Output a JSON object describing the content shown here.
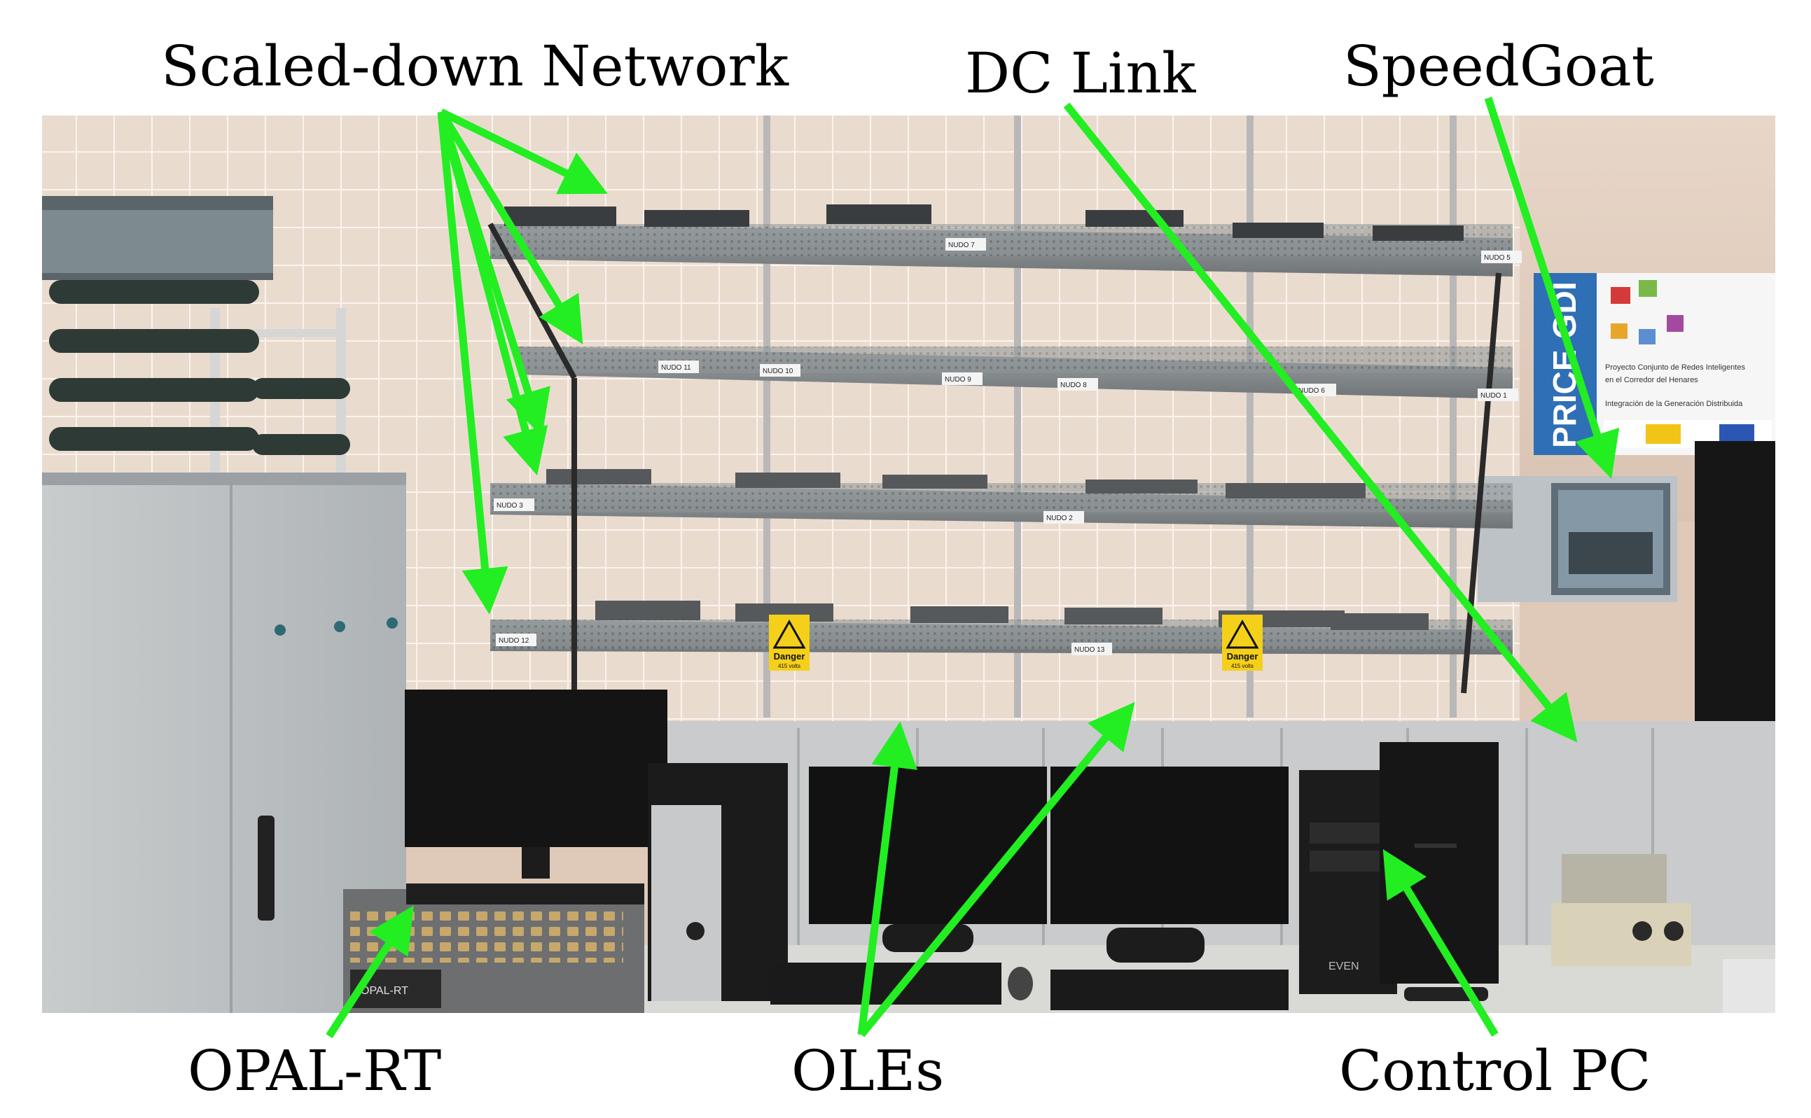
{
  "figure": {
    "labels": {
      "scaled_down_network": "Scaled-down Network",
      "dc_link": "DC Link",
      "speedgoat": "SpeedGoat",
      "opal_rt": "OPAL-RT",
      "oles": "OLEs",
      "control_pc": "Control PC"
    },
    "arrow_color": "#22ee22",
    "photo_content": {
      "poster_title": "PRICE-GDI",
      "poster_line_1": "Proyecto Conjunto de Redes Inteligentes",
      "poster_line_2": "en el Corredor del Henares",
      "poster_line_3": "Integración de la Generación Distribuida",
      "danger_sign_title": "Danger",
      "danger_sign_sub": "415 volts",
      "node_tags": [
        "NUDO 7",
        "NUDO 5",
        "NUDO 11",
        "NUDO 10",
        "NUDO 9",
        "NUDO 8",
        "NUDO 6",
        "NUDO 1",
        "NUDO 3",
        "NUDO 2",
        "NUDO 12",
        "NUDO 13"
      ],
      "pc_brand": "EVEN",
      "opal_brand": "OPAL-RT"
    }
  }
}
